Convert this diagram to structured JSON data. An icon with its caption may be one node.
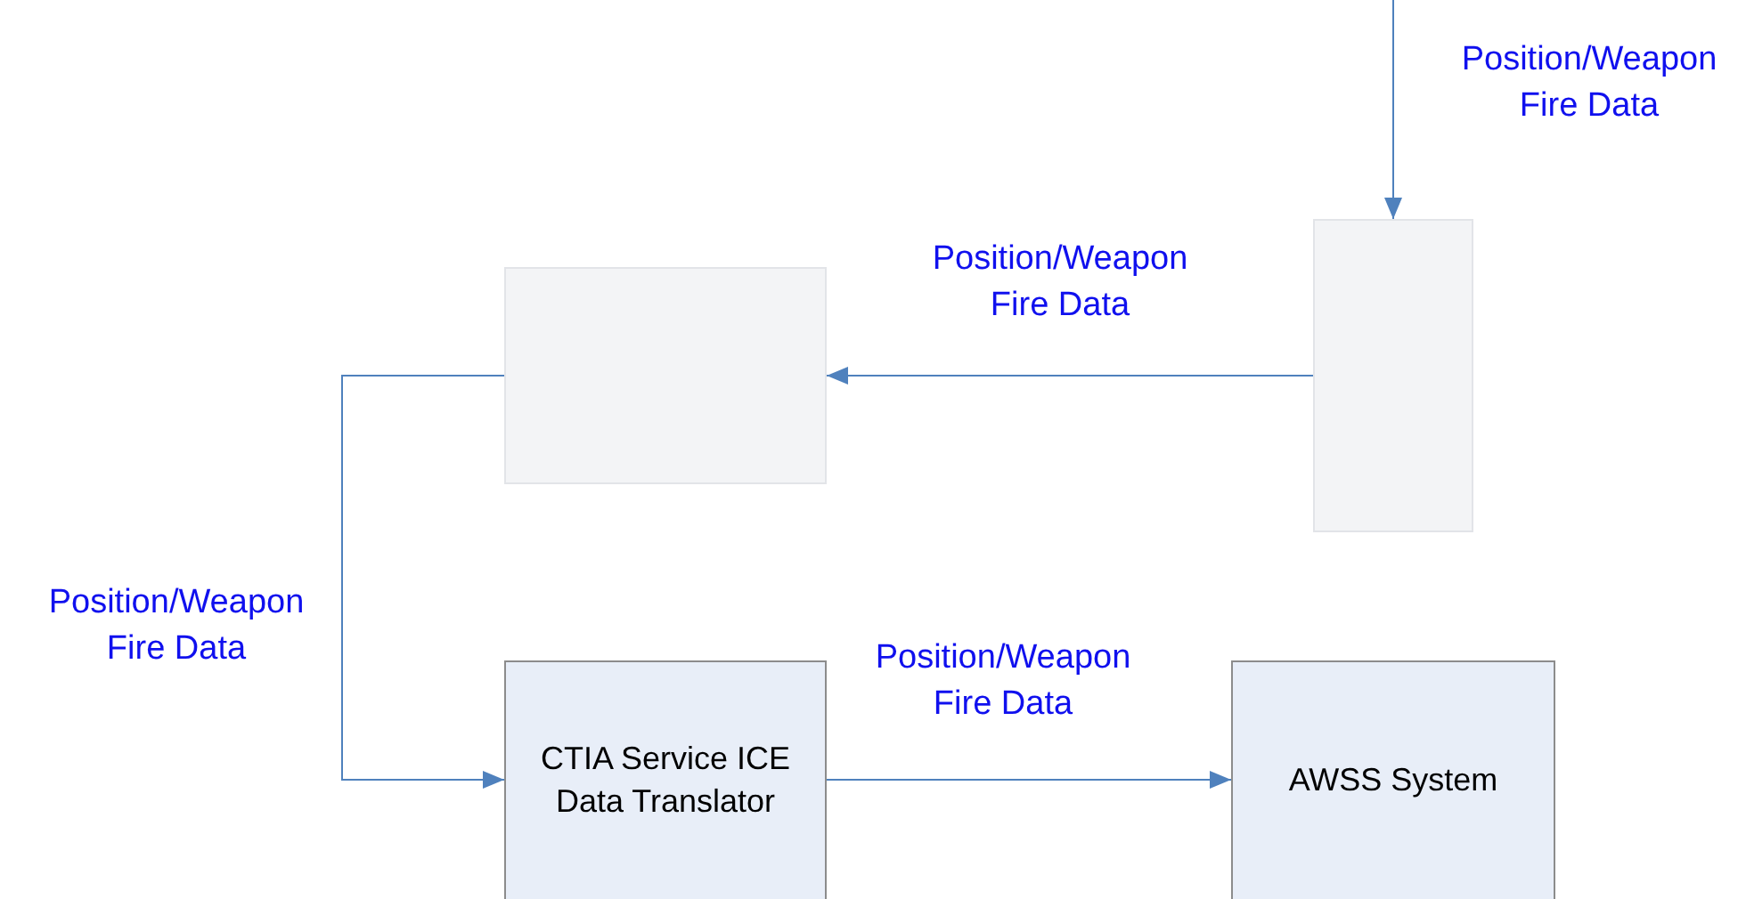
{
  "diagram": {
    "nodes": [
      {
        "text": [],
        "shape": "box"
      },
      {
        "text": [],
        "shape": "box"
      },
      {
        "text": [
          "CTIA Service ICE Data Translator"
        ]
      },
      {
        "text": [
          "AWSS System"
        ]
      }
    ],
    "edges": [
      {
        "from": null,
        "to": 1,
        "arrow": "to",
        "label": "Position/Weapon Fire Data"
      },
      {
        "from": 1,
        "to": 0,
        "arrow": "to",
        "label": "Position/Weapon Fire Data"
      },
      {
        "from": 0,
        "to": 2,
        "arrow": "to",
        "label": "Position/Weapon Fire Data"
      },
      {
        "from": 2,
        "to": 3,
        "arrow": "to",
        "label": "Position/Weapon Fire Data"
      }
    ]
  }
}
